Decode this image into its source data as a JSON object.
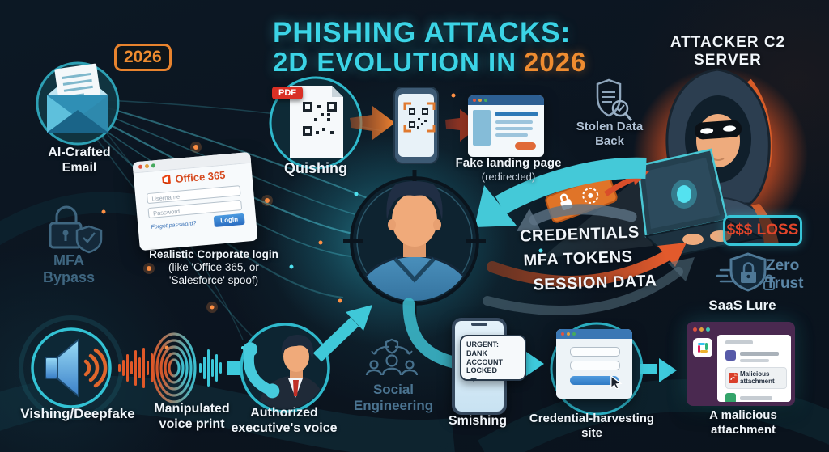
{
  "palette": {
    "bg": "#0c1824",
    "cyan": "#3bd4e6",
    "orange": "#e8832e",
    "red_orange": "#e2452a",
    "teal_arrow": "#44c9d8",
    "white": "#f0f5fa",
    "muted_blue": "#47708e",
    "steel": "#aec0d4",
    "slack_purple": "#4a2950"
  },
  "icons": {
    "envelope": "open-envelope",
    "qr_document": "pdf-with-qr",
    "smartphone": "phone-scanning-qr",
    "browser": "browser-window",
    "shield_doc": "shield-document-magnifier",
    "hacker": "hooded-attacker-laptop",
    "card": "credential-card",
    "lock_shield": "padlock-shield-check",
    "shield_lock": "zero-trust-shield",
    "speaker": "loudspeaker",
    "fingerprint": "voice-fingerprint",
    "handset": "phone-handset-executive",
    "people": "social-network",
    "target": "targeted-user",
    "cursor": "mouse-cursor",
    "slack": "slack-pinwheel"
  },
  "header": {
    "title_line1": "PHISHING ATTACKS:",
    "title_line2": "2D EVOLUTION IN",
    "title_year": "2026"
  },
  "year_badge": "2026",
  "ai_email": {
    "label": "AI-Crafted\nEmail"
  },
  "mfa_bypass": {
    "label": "MFA\nBypass"
  },
  "quishing": {
    "pdf_badge": "PDF",
    "label": "Quishing"
  },
  "fake_landing": {
    "label": "Fake landing page",
    "sub": "(redirected)"
  },
  "stolen_data": {
    "label": "Stolen Data\nBack"
  },
  "attacker": {
    "label": "ATTACKER C2 SERVER"
  },
  "loss_badge": {
    "label": "$$$ LOSS"
  },
  "zero_trust": {
    "label": "Zero\nTrust"
  },
  "login_window": {
    "brand": "Office 365",
    "username_value": "Username",
    "password_value": "Password",
    "forgot_link": "Forgot password?",
    "login_button": "Login",
    "caption_bold": "Realistic Corporate login",
    "caption_rest": " (like 'Office 365, or 'Salesforce' spoof)"
  },
  "exfil": {
    "items": [
      "CREDENTIALS",
      "MFA TOKENS",
      "SESSION DATA"
    ]
  },
  "saas": {
    "title": "SaaS Lure",
    "chip": "Malicious\nattachment",
    "caption": "A malicious\nattachment"
  },
  "vishing": {
    "label": "Vishing/Deepfake"
  },
  "voice_print": {
    "label": "Manipulated\nvoice print"
  },
  "executive": {
    "label": "Authorized\nexecutive's voice"
  },
  "social_engineering": {
    "label": "Social\nEngineering"
  },
  "smishing": {
    "bubble": "URGENT:\nBANK\nACCOUNT\nLOCKED",
    "label": "Smishing"
  },
  "credential_site": {
    "label": "Credential-harvesting\nsite"
  }
}
